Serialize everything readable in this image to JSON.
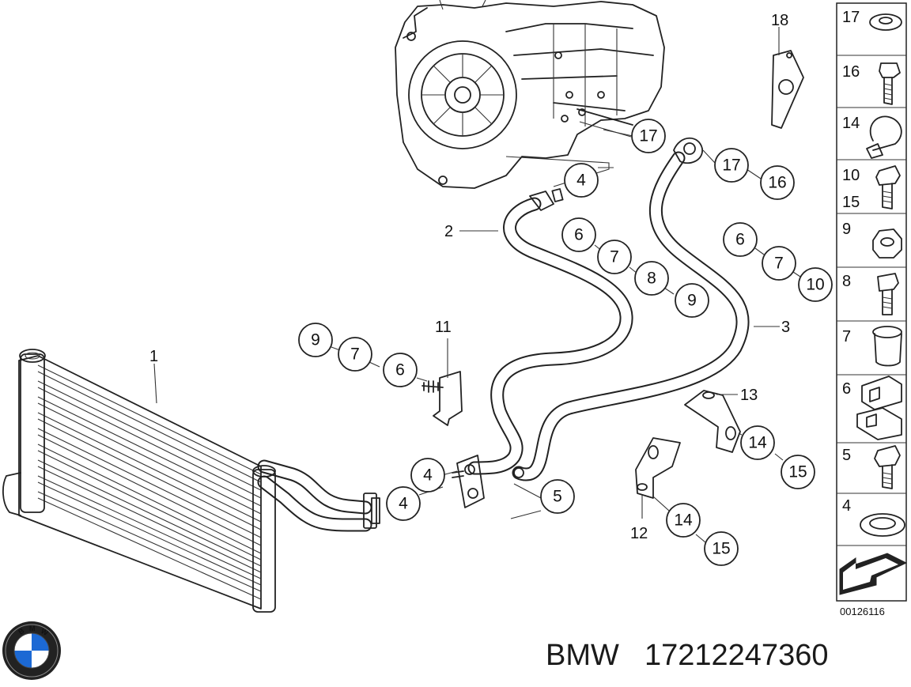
{
  "parts_diagram": {
    "diagram_code": "00126116",
    "callouts": {
      "c17a": "17",
      "c17b": "17",
      "c16": "16",
      "c4_top": "4",
      "c6a": "6",
      "c7a": "7",
      "c8a": "8",
      "c9a": "9",
      "c6b": "6",
      "c7b": "7",
      "c10": "10",
      "c9c": "9",
      "c7c": "7",
      "c6c": "6",
      "c4_mid": "4",
      "c4_low": "4",
      "c5": "5",
      "c14a": "14",
      "c15a": "15",
      "c14b": "14",
      "c15b": "15"
    },
    "labels": {
      "l18": "18",
      "l2": "2",
      "l3": "3",
      "l1": "1",
      "l11": "11",
      "l13": "13",
      "l12": "12"
    },
    "legend": {
      "r1": [
        "17"
      ],
      "r2": [
        "16"
      ],
      "r3": [
        "14"
      ],
      "r4": [
        "10",
        "15"
      ],
      "r5": [
        "9"
      ],
      "r6": [
        "8"
      ],
      "r7": [
        "7"
      ],
      "r8": [
        "6"
      ],
      "r9": [
        "5"
      ],
      "r10": [
        "4"
      ]
    }
  },
  "footer": {
    "brand": "BMW",
    "part_number": "17212247360"
  },
  "colors": {
    "logo_blue": "#1c69d4",
    "line": "#222222"
  }
}
